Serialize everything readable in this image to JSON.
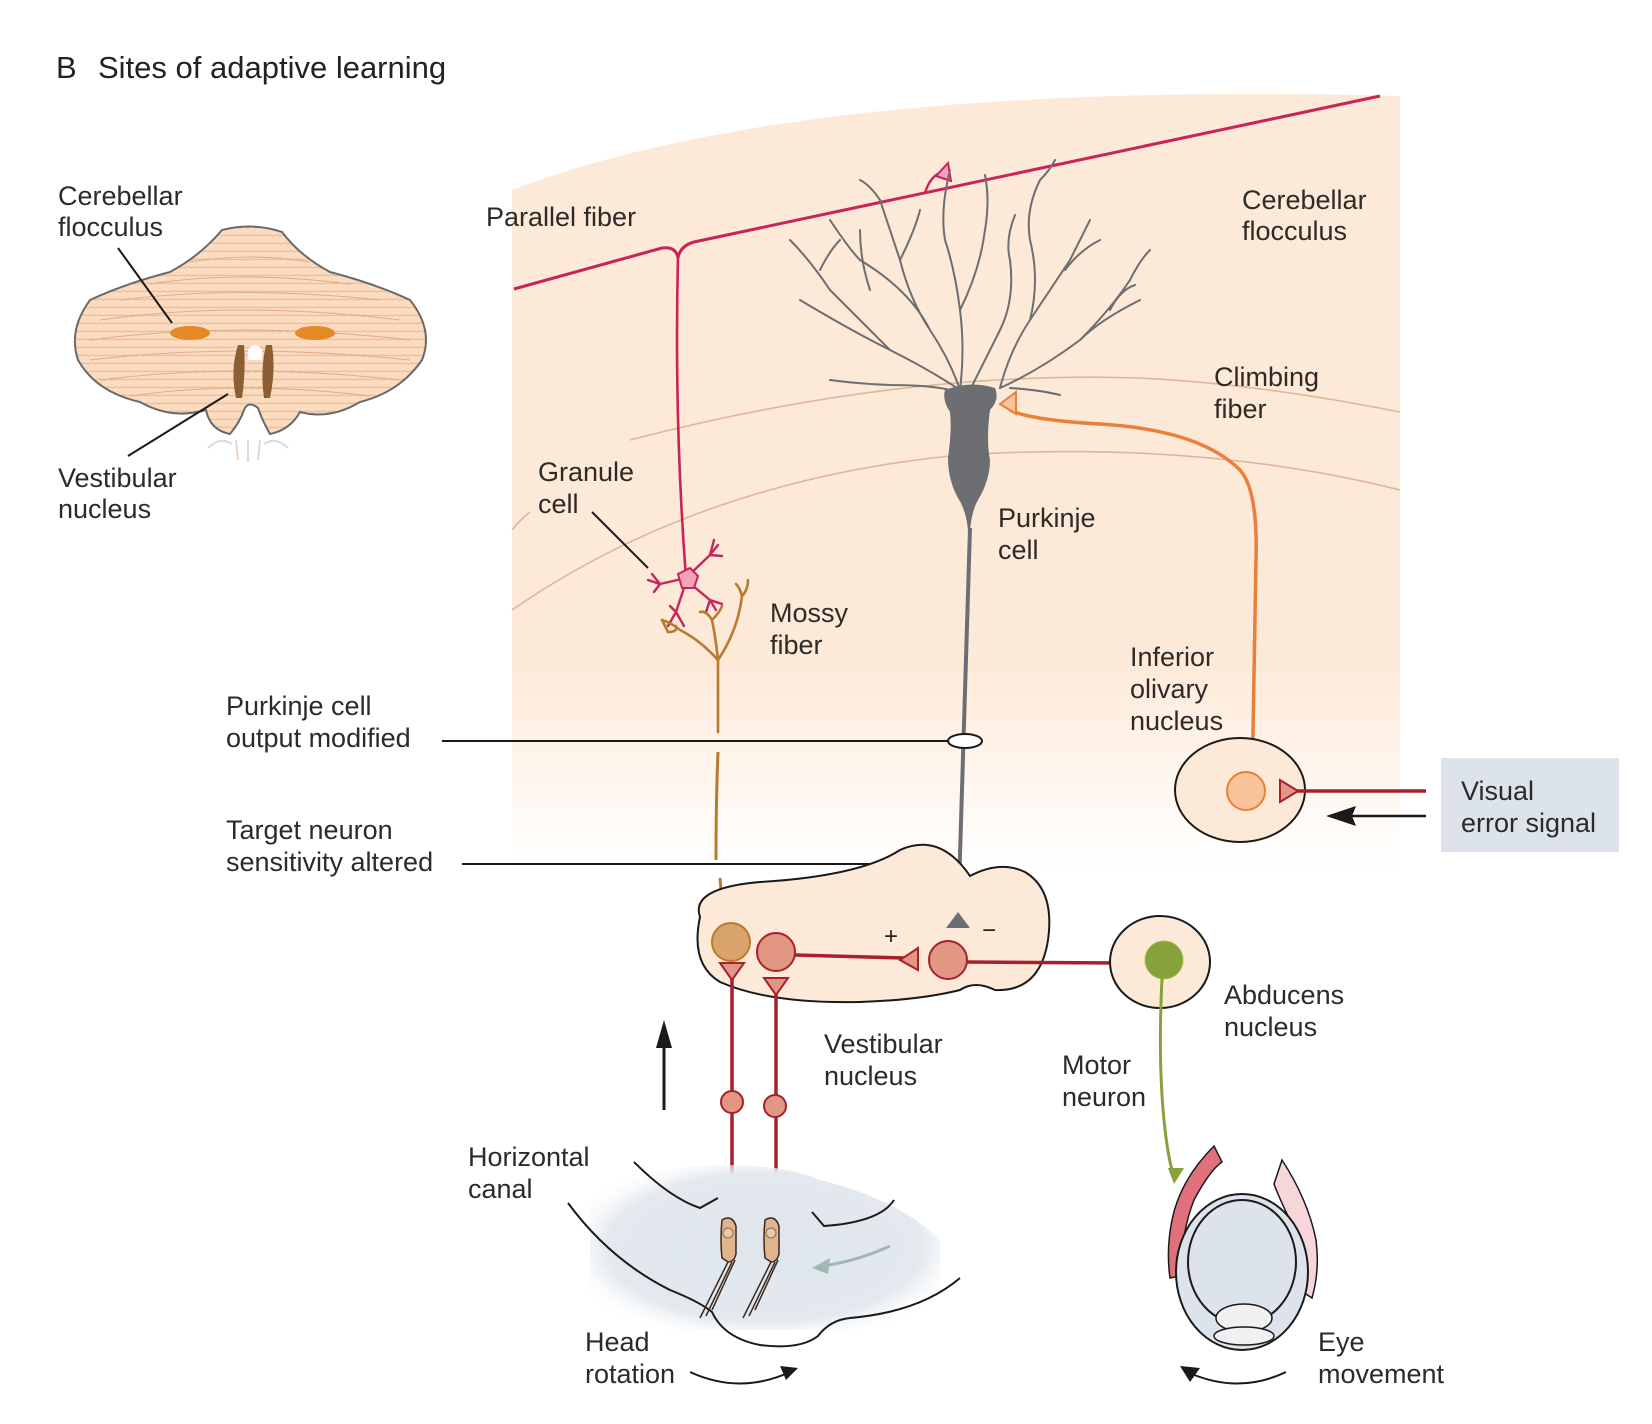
{
  "figure": {
    "panel_letter": "B",
    "title": "Sites of adaptive learning"
  },
  "inset": {
    "flocculus_label": [
      "Cerebellar",
      "flocculus"
    ],
    "vestibular_label": [
      "Vestibular",
      "nucleus"
    ]
  },
  "labels": {
    "parallel_fiber": "Parallel fiber",
    "cerebellar_flocculus": [
      "Cerebellar",
      "flocculus"
    ],
    "climbing_fiber": [
      "Climbing",
      "fiber"
    ],
    "granule_cell": [
      "Granule",
      "cell"
    ],
    "purkinje_cell": [
      "Purkinje",
      "cell"
    ],
    "mossy_fiber": [
      "Mossy",
      "fiber"
    ],
    "inferior_olivary_nucleus": [
      "Inferior",
      "olivary",
      "nucleus"
    ],
    "purkinje_output_modified": [
      "Purkinje cell",
      "output modified"
    ],
    "target_neuron_sensitivity": [
      "Target neuron",
      "sensitivity altered"
    ],
    "visual_error_signal": [
      "Visual",
      "error signal"
    ],
    "vestibular_nucleus": [
      "Vestibular",
      "nucleus"
    ],
    "abducens_nucleus": [
      "Abducens",
      "nucleus"
    ],
    "motor_neuron": [
      "Motor",
      "neuron"
    ],
    "horizontal_canal": [
      "Horizontal",
      "canal"
    ],
    "head_rotation": [
      "Head",
      "rotation"
    ],
    "eye_movement": [
      "Eye",
      "movement"
    ],
    "excitatory_sign": "+",
    "inhibitory_sign": "−"
  },
  "colors": {
    "cerebellum_bg": "#fde9d7",
    "parallel_fiber": "#c8245a",
    "purkinje": "#6d6e71",
    "climbing_fiber": "#e8803a",
    "mossy_fiber": "#b87a2e",
    "vestibular_axon": "#a8202c",
    "motor_neuron": "#86a23a",
    "visual_box": "#dde3ea",
    "canal_fill": "#dfe6ec"
  }
}
